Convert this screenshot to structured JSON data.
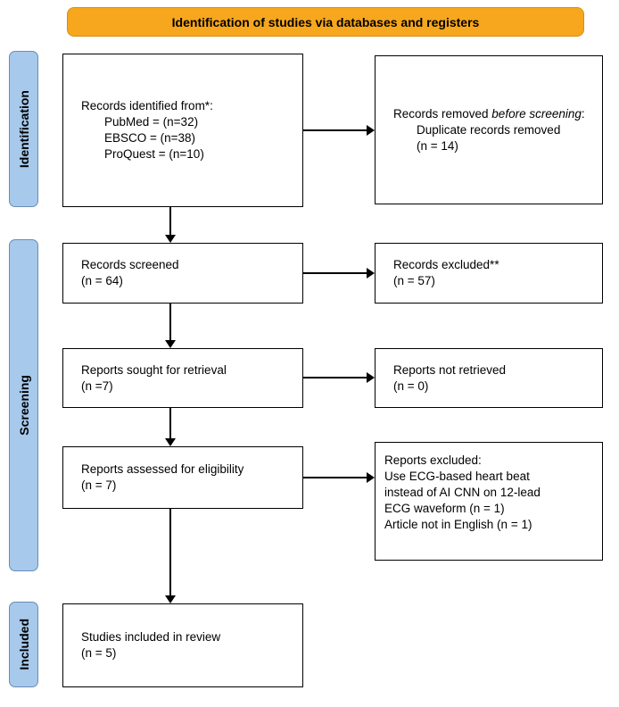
{
  "banner": {
    "label": "Identification of studies via databases and registers"
  },
  "stages": {
    "identification": "Identification",
    "screening": "Screening",
    "included": "Included"
  },
  "boxes": {
    "records_identified": {
      "title": "Records identified from*:",
      "items": [
        "PubMed = (n=32)",
        "EBSCO = (n=38)",
        "ProQuest = (n=10)"
      ]
    },
    "records_removed": {
      "prefix": "Records removed ",
      "italic": "before screening",
      "suffix": ":",
      "items": [
        "Duplicate records removed",
        "(n = 14)"
      ]
    },
    "records_screened": {
      "line1": "Records screened",
      "line2": "(n = 64)"
    },
    "records_excluded": {
      "line1": "Records excluded**",
      "line2": "(n = 57)"
    },
    "reports_sought": {
      "line1": "Reports sought for retrieval",
      "line2": "(n =7)"
    },
    "reports_not_retrieved": {
      "line1": "Reports not retrieved",
      "line2": "(n = 0)"
    },
    "reports_assessed": {
      "line1": "Reports assessed for eligibility",
      "line2": "(n = 7)"
    },
    "reports_excluded": {
      "lines": [
        "Reports excluded:",
        "Use ECG-based heart beat",
        "instead of AI CNN on 12-lead",
        "ECG waveform (n = 1)",
        "Article not in English (n = 1)"
      ]
    },
    "studies_included": {
      "line1": "Studies included in review",
      "line2": "(n = 5)"
    }
  },
  "colors": {
    "banner_bg": "#F7A71D",
    "stage_bg": "#A6C9EC"
  }
}
